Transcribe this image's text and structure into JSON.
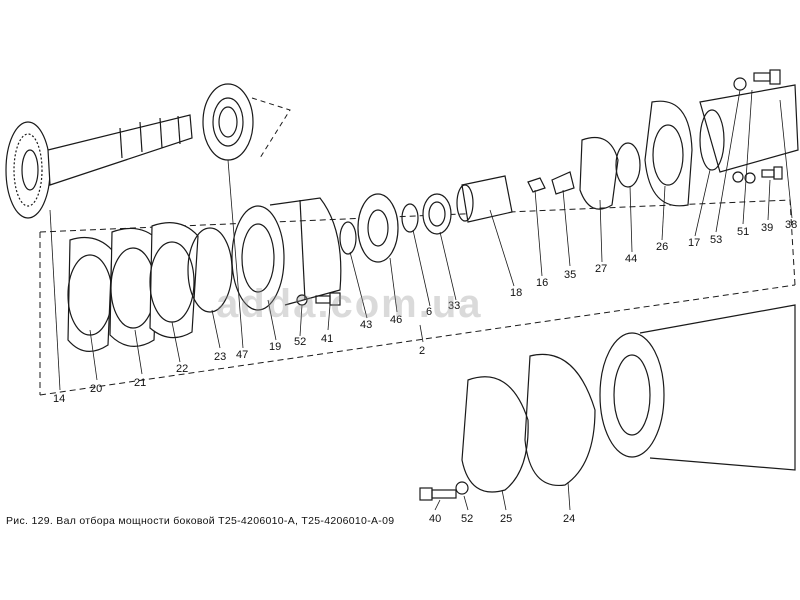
{
  "watermark": "adda.com.ua",
  "caption": "Рис. 129. Вал отбора мощности боковой Т25-4206010-А, Т25-4206010-А-09",
  "labels": {
    "n14": "14",
    "n20": "20",
    "n21": "21",
    "n22": "22",
    "n23": "23",
    "n47": "47",
    "n19": "19",
    "n52": "52",
    "n41": "41",
    "n43": "43",
    "n46": "46",
    "n6": "6",
    "n33": "33",
    "n18": "18",
    "n16": "16",
    "n35": "35",
    "n27": "27",
    "n44": "44",
    "n26": "26",
    "n17": "17",
    "n53": "53",
    "n51": "51",
    "n39": "39",
    "n38": "38",
    "n2": "2",
    "n40": "40",
    "n52b": "52",
    "n25": "25",
    "n24": "24"
  }
}
